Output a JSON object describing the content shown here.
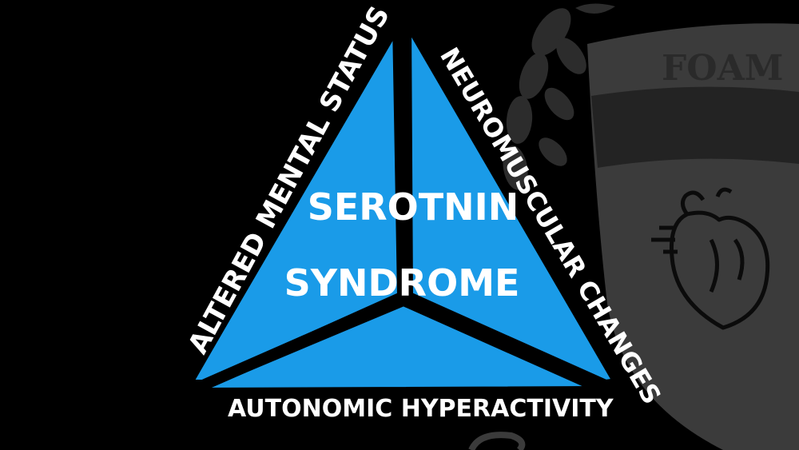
{
  "watermark": {
    "text": "FOAM",
    "icon": "heart-icon"
  },
  "diagram": {
    "center_line_1": "SEROTNIN",
    "center_line_2": "SYNDROME",
    "left_label": "ALTERED MENTAL STATUS",
    "right_label": "NEUROMUSCULAR CHANGES",
    "bottom_label": "AUTONOMIC HYPERACTIVITY"
  },
  "colors": {
    "background": "#000000",
    "triangle_fill": "#1a9be8",
    "text": "#ffffff",
    "watermark_fill": "#3a3a3a"
  }
}
